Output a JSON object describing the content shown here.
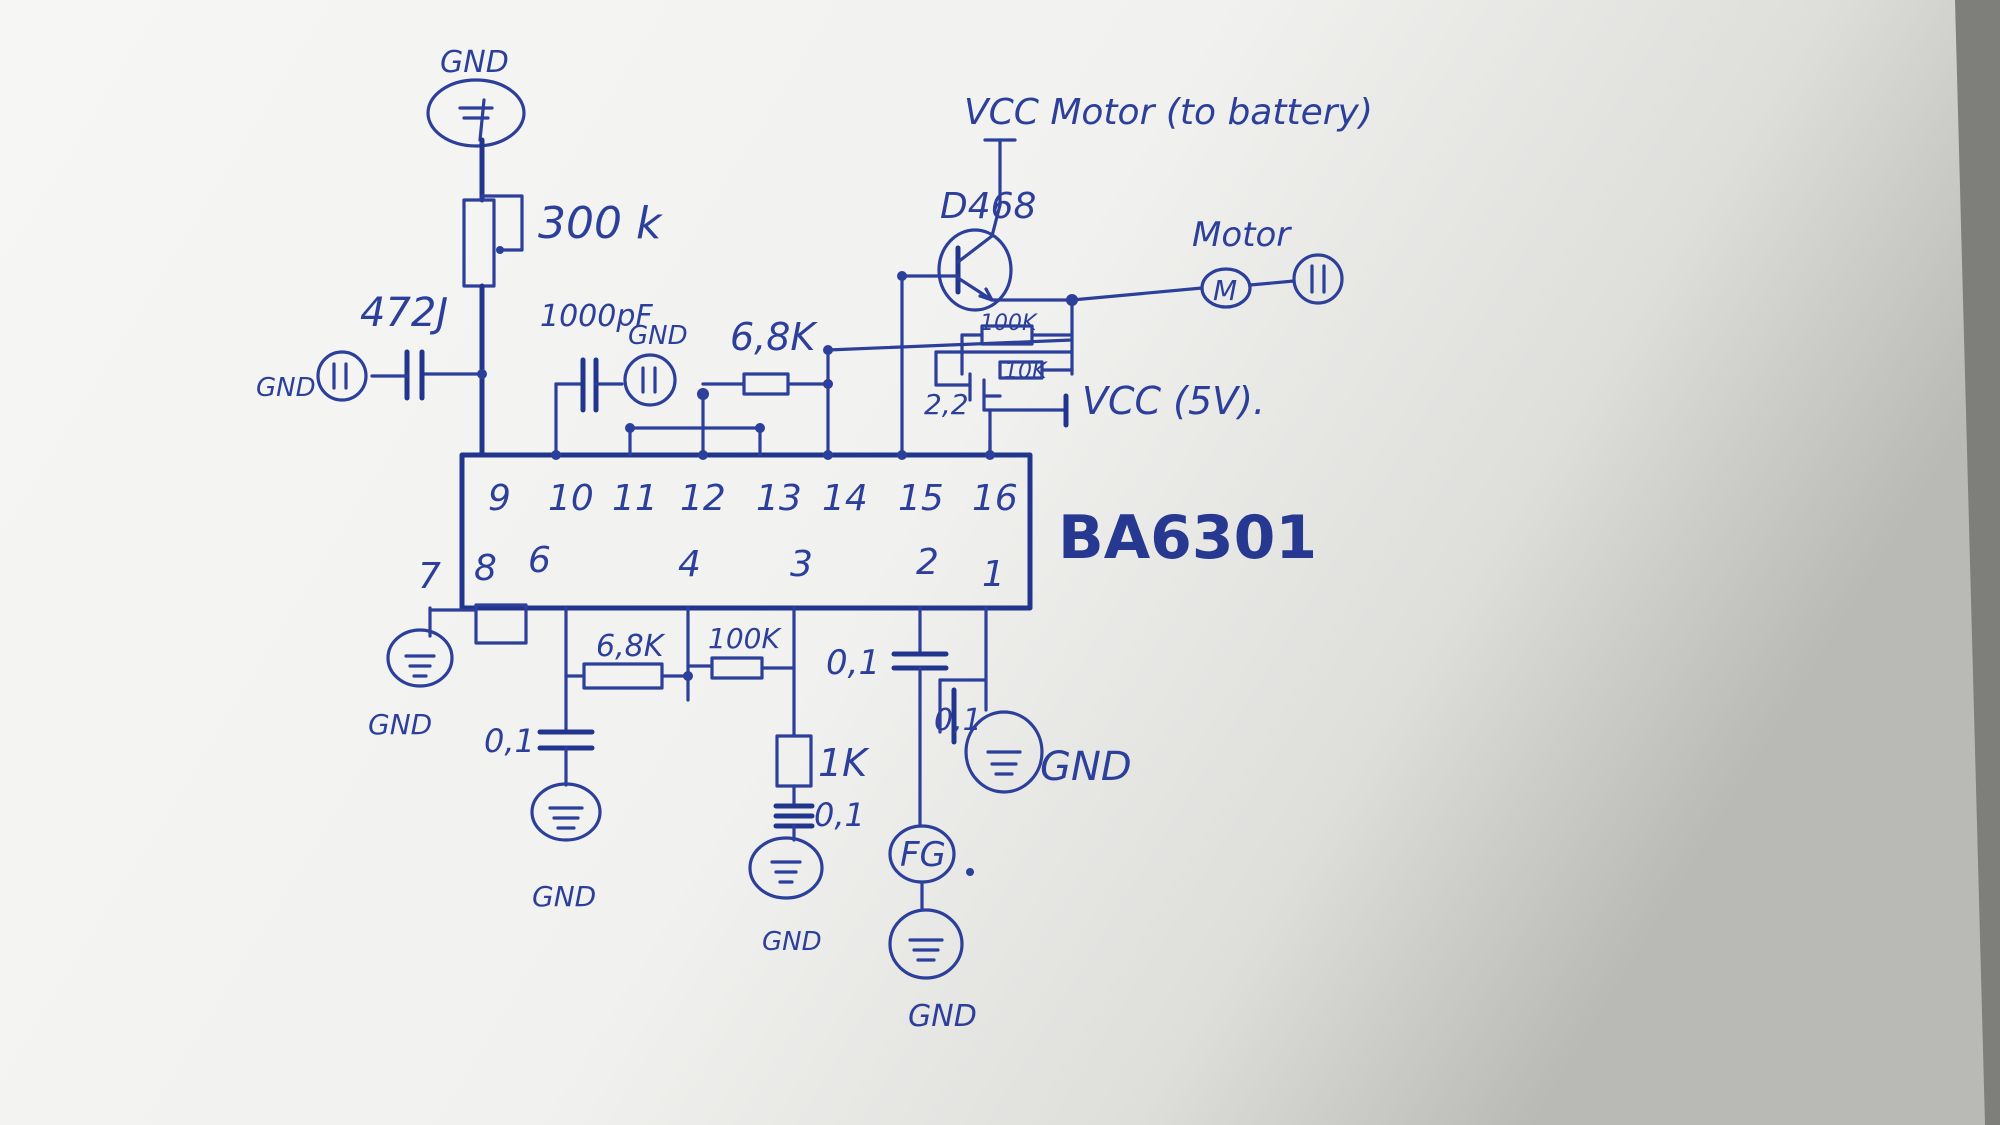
{
  "chip": {
    "name": "BA6301",
    "top_pins": [
      "9",
      "10",
      "11",
      "12",
      "13",
      "14",
      "15",
      "16"
    ],
    "bottom_pins": [
      "7",
      "8",
      "6",
      "4",
      "3",
      "2",
      "1"
    ]
  },
  "labels": {
    "gnd_top": "GND",
    "r_300k": "300 k",
    "cap_472j": "472J",
    "gnd_left": "GND",
    "cap_1000pf": "1000pF",
    "gnd_1000pf": "GND",
    "r_68k_top": "6,8K",
    "transistor": "D468",
    "vcc_motor": "VCC Motor (to battery)",
    "motor_title": "Motor",
    "motor_symbol": "M",
    "r_100k_top": "100K",
    "r_10k": "10K",
    "val_22": "2,2",
    "vcc_5v": "VCC (5V).",
    "gnd_pin7": "GND",
    "cap_01_pin6": "0,1",
    "gnd_pin6": "GND",
    "r_68k_bottom": "6,8K",
    "r_100k_bottom": "100K",
    "r_1k": "1K",
    "cap_01_pin3": "0,1",
    "gnd_pin3": "GND",
    "cap_01_pin2": "0,1",
    "cap_01_pin1": "0,1",
    "gnd_pin1": "GND",
    "fg": "FG",
    "gnd_fg": "GND"
  },
  "colors": {
    "ink": "#2c3f9a",
    "paper": "#f4f4f2",
    "shadow": "#7e7e7a"
  }
}
